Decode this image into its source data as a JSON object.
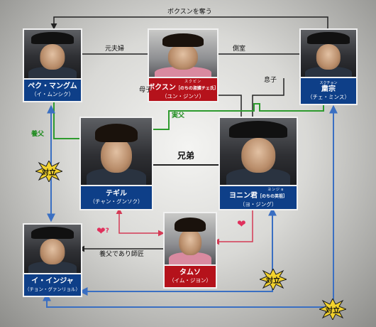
{
  "people": {
    "baek": {
      "name": "ペク・マングム",
      "actor": "（イ・ムンシク）"
    },
    "boksun": {
      "ruby": "スクピン",
      "name": "ボクスン",
      "name_note": "［のちの淑嬪チェ氏］",
      "actor": "（ユン・ジンソ）"
    },
    "sukjong": {
      "ruby": "スクチョン",
      "name": "粛宗",
      "actor": "（チェ・ミンス）"
    },
    "taegil": {
      "name": "テギル",
      "actor": "（チャン・グンソク）"
    },
    "yeoning": {
      "ruby": "ヨンジョ",
      "name": "ヨニン君",
      "name_note": "［のちの英祖］",
      "actor": "（ヨ・ジング）"
    },
    "damseo": {
      "name": "タムソ",
      "actor": "（イム・ジヨン）"
    },
    "lee": {
      "name": "イ・インジャ",
      "actor": "（チョン・グァンリョル）"
    }
  },
  "relations": {
    "top_arrow": "ボクスンを奪う",
    "former_couple": "元夫婦",
    "concubine": "側室",
    "mother_son": "母子",
    "son": "息子",
    "real_father": "実父",
    "foster_father": "養父",
    "brothers": "兄弟",
    "foster_teacher": "養父であり師匠"
  },
  "badges": {
    "rivalry": "対立"
  },
  "hearts": {
    "question": "?"
  },
  "colors": {
    "label_blue": "#0e3f88",
    "label_red": "#b5121b",
    "line_dark": "#222222",
    "line_green": "#2e9b2e",
    "line_red": "#d43a55",
    "line_blue": "#3a6fc2",
    "heart": "#e0305c",
    "badge_yellow": "#f2d22c"
  }
}
